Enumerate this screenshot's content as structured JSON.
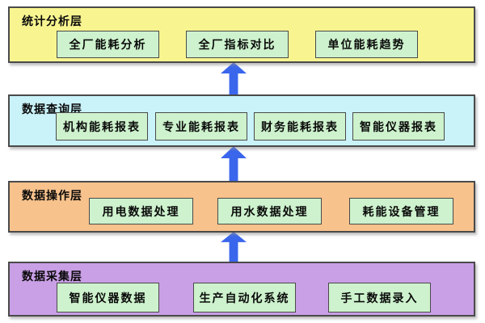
{
  "diagram": {
    "arrow_color": "#3a66ec",
    "box_fill": "#cdf2cd",
    "layers": [
      {
        "label": "统计分析层",
        "bg": "#f8f590",
        "boxes": [
          "全厂能耗分析",
          "全厂指标对比",
          "单位能耗趋势"
        ]
      },
      {
        "label": "数据查询层",
        "bg": "#c9f2f9",
        "boxes": [
          "机构能耗报表",
          "专业能耗报表",
          "财务能耗报表",
          "智能仪器报表"
        ]
      },
      {
        "label": "数据操作层",
        "bg": "#f8c28c",
        "boxes": [
          "用电数据处理",
          "用水数据处理",
          "耗能设备管理"
        ]
      },
      {
        "label": "数据采集层",
        "bg": "#c99fe6",
        "boxes": [
          "智能仪器数据",
          "生产自动化系统",
          "手工数据录入"
        ]
      }
    ]
  }
}
